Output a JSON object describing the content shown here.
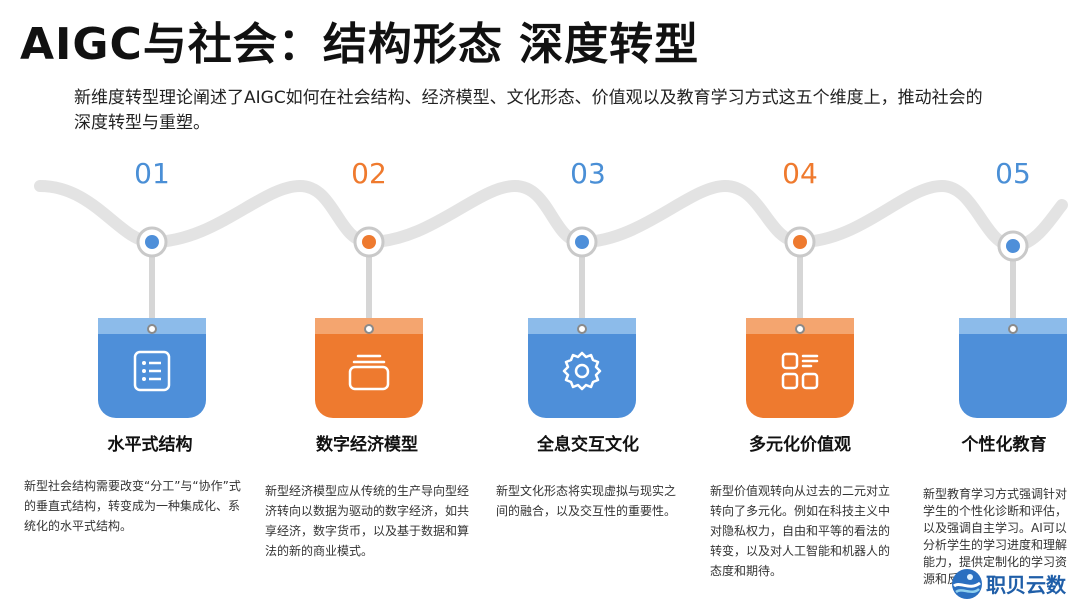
{
  "slide": {
    "title": "AIGC与社会：结构形态  深度转型",
    "intro": "新维度转型理论阐述了AIGC如何在社会结构、经济模型、文化形态、价值观以及教育学习方式这五个维度上，推动社会的深度转型与重塑。"
  },
  "colors": {
    "blue": "#4e8fd9",
    "orange": "#ee7a2f",
    "wave": "#e3e3e3"
  },
  "steps": [
    {
      "num": "01",
      "title": "水平式结构",
      "icon": "list-document-icon",
      "desc": "新型社会结构需要改变“分工”与“协作”式的垂直式结构，转变成为一种集成化、系统化的水平式结构。"
    },
    {
      "num": "02",
      "title": "数字经济模型",
      "icon": "layered-cards-icon",
      "desc": "新型经济模型应从传统的生产导向型经济转向以数据为驱动的数字经济，如共享经济，数字货币，以及基于数据和算法的新的商业模式。"
    },
    {
      "num": "03",
      "title": "全息交互文化",
      "icon": "gear-icon",
      "desc": "新型文化形态将实现虚拟与现实之间的融合，以及交互性的重要性。"
    },
    {
      "num": "04",
      "title": "多元化价值观",
      "icon": "app-grid-icon",
      "desc": "新型价值观转向从过去的二元对立转向了多元化。例如在科技主义中对隐私权力，自由和平等的看法的转变，以及对人工智能和机器人的态度和期待。"
    },
    {
      "num": "05",
      "title": "个性化教育",
      "icon": "blank-card-icon",
      "desc": "新型教育学习方式强调针对学生的个性化诊断和评估，以及强调自主学习。AI可以分析学生的学习进度和理解能力，提供定制化的学习资源和反馈。"
    }
  ],
  "brand": {
    "name": "职贝云数",
    "icon": "globe-logo-icon"
  }
}
